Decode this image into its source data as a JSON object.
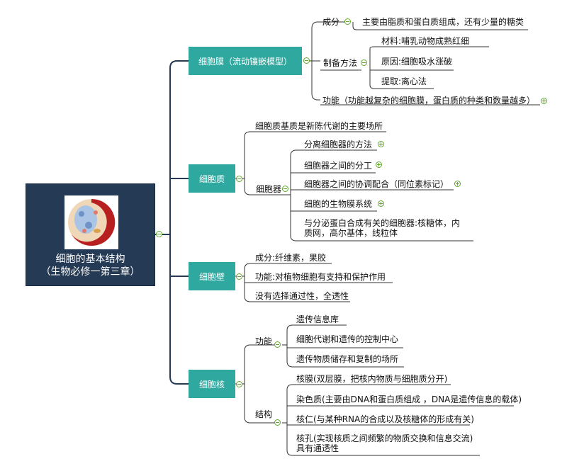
{
  "central": {
    "title": "细胞的基本结构",
    "subtitle": "（生物必修一第三章）",
    "image_icon": "cell-illustration"
  },
  "membrane": {
    "label": "细胞膜（流动镶嵌模型）",
    "composition_label": "成分",
    "composition_text": "主要由脂质和蛋白质组成，还有少量的糖类",
    "prep_label": "制备方法",
    "prep_material": "材料:哺乳动物成熟红细",
    "prep_principle": "原因:细胞吸水涨破",
    "prep_extraction": "提取:离心法",
    "function_text": "功能（功能越复杂的细胞膜，蛋白质的种类和数量越多）"
  },
  "cytoplasm": {
    "label": "细胞质",
    "matrix_text": "细胞质基质是新陈代谢的主要场所",
    "organelle_label": "细胞器",
    "org_items": [
      "分离细胞器的方法",
      "细胞器之间的分工",
      "细胞器之间的协调配合（同位素标记）",
      "细胞的生物膜系统"
    ],
    "org_secretion_line1": "与分泌蛋白合成有关的细胞器:核糖体，内",
    "org_secretion_line2": "质网，高尔基体，线粒体"
  },
  "wall": {
    "label": "细胞壁",
    "items": [
      "成分:纤维素，果胶",
      "功能:对植物细胞有支持和保护作用",
      "没有选择通过性，全透性"
    ]
  },
  "nucleus": {
    "label": "细胞核",
    "function_label": "功能",
    "function_items": [
      "遗传信息库",
      "细胞代谢和遗传的控制中心",
      "遗传物质储存和复制的场所"
    ],
    "structure_label": "结构",
    "structure_items": [
      "核膜(双层膜，把核内物质与细胞质分开)",
      "染色质(主要由DNA和蛋白质组成 ，DNA是遗传信息的载体)",
      "核仁(与某种RNA的合成以及核糖体的形成有关)"
    ],
    "pore_line1": "核孔(实现核质之间频繁的物质交换和信息交流)",
    "pore_line2": "具有通透性"
  },
  "colors": {
    "central_bg": "#253a55",
    "branch_bg": "#2fa89f",
    "line": "#253a55",
    "toggle": "#5da829"
  }
}
